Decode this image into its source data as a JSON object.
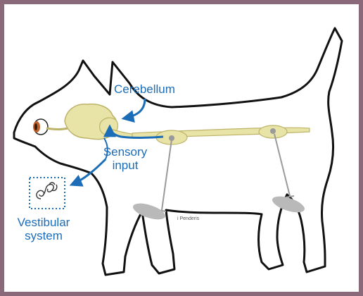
{
  "labels": {
    "cerebellum": "Cerebellum",
    "sensory_input": "Sensory\ninput",
    "vestibular_system": "Vestibular\nsystem",
    "credit": "i Penderis"
  },
  "colors": {
    "frame": "#8a6a7a",
    "label_blue": "#1b6db8",
    "nervous_tissue": "#e8e3a6",
    "nervous_outline": "#bdb46a",
    "neuron_gray": "#9a9a9a",
    "muscle_gray": "#b9b9b9",
    "eye_iris": "#c0602a"
  },
  "icons": {
    "inner_ear": "vestibular-inner-ear-icon",
    "eye": "eye-icon"
  }
}
